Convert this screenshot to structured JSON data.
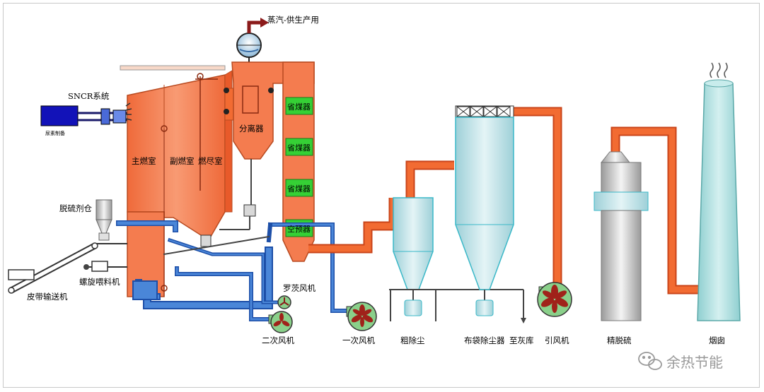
{
  "labels": {
    "steam": "蒸汽-供生产用",
    "sncr": "SNCR系统",
    "urea": "尿素制备",
    "main_chamber": "主燃室",
    "sec_chamber": "副燃室",
    "burnout": "燃尽室",
    "separator": "分离器",
    "economizer_1": "省煤器",
    "economizer_2": "省煤器",
    "economizer_3": "省煤器",
    "air_preheater": "空预器",
    "desulf_bin": "脱硫剂仓",
    "screw_feeder": "螺旋喂料机",
    "belt_conveyor": "皮带输送机",
    "roots_blower": "罗茨风机",
    "secondary_fan": "二次风机",
    "primary_fan": "一次风机",
    "coarse_dust": "粗除尘",
    "bag_filter": "布袋除尘器",
    "to_ash": "至灰库",
    "induced_fan": "引风机",
    "fine_desulf": "精脱硫",
    "chimney": "烟囱"
  },
  "watermark": "余热节能",
  "colors": {
    "flue": "#f26b32",
    "flue_dark": "#c9441a",
    "boiler": "#f47c4f",
    "air": "#4a86d8",
    "air_dark": "#1d4fa8",
    "economizer": "#35d035",
    "vessel": "#bfe0e6",
    "chimney": "#a9dcdc"
  }
}
